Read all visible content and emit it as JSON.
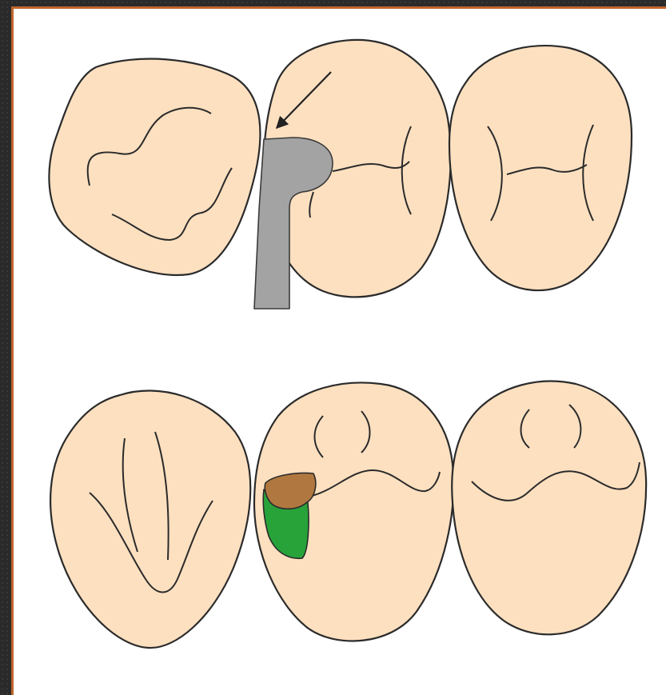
{
  "diagram": {
    "upper_row": {
      "teeth": [
        "molar",
        "premolar",
        "premolar"
      ],
      "instrument": "separator",
      "arrow": "pointing-to-contact"
    },
    "lower_row": {
      "teeth": [
        "molar",
        "premolar",
        "premolar"
      ],
      "lesion": "proximal-caries"
    }
  },
  "colors": {
    "background": "#2a2a2a",
    "frame_border": "#c0652a",
    "panel": "#ffffff",
    "tooth_fill": "#fde0c0",
    "outline": "#2b2b2b",
    "instrument": "#a3a3a3",
    "caries_brown": "#b07840",
    "caries_green": "#27a33a"
  }
}
